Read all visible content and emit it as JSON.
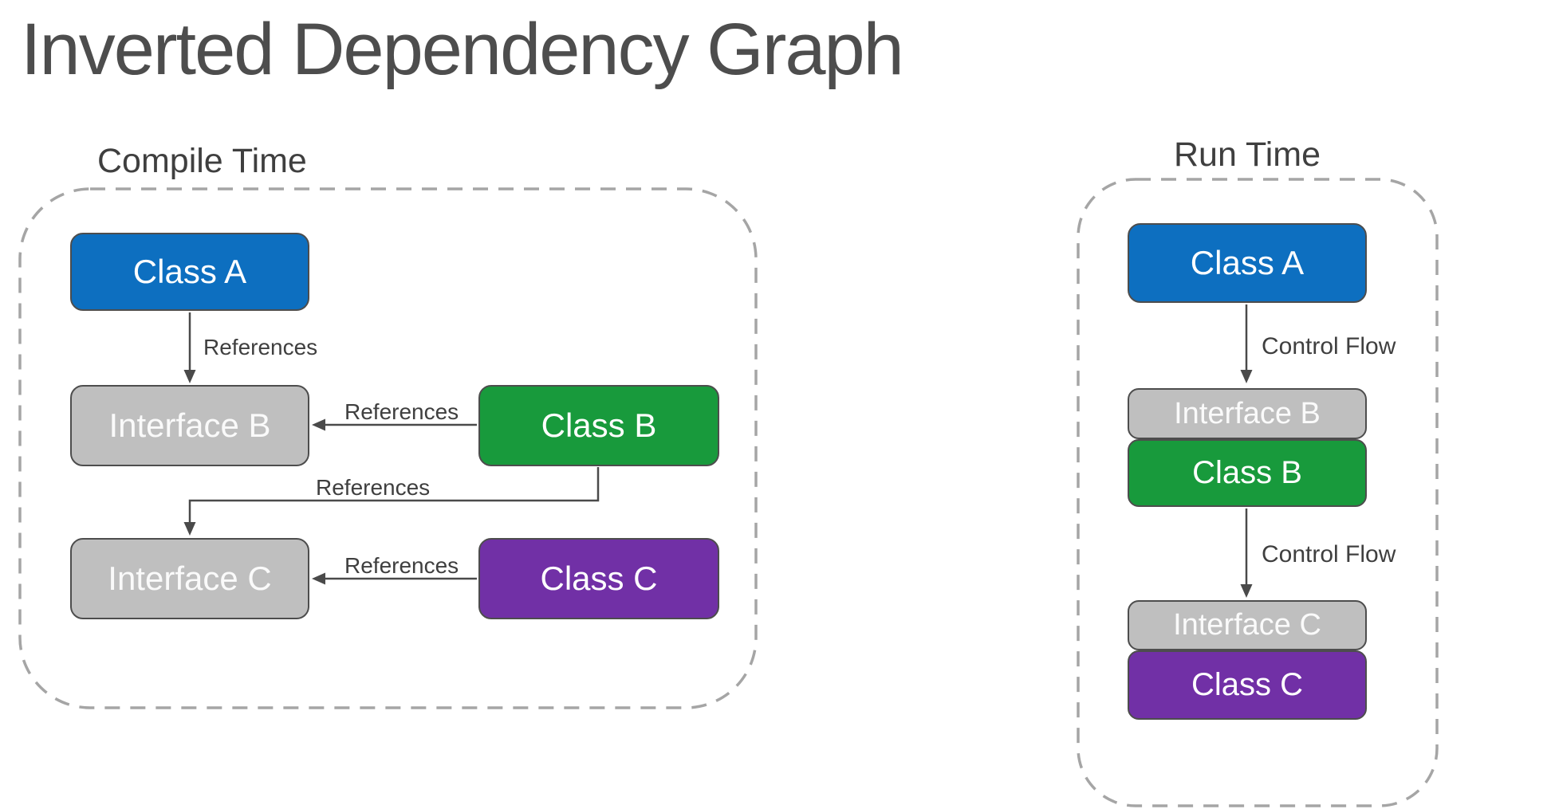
{
  "title": "Inverted Dependency Graph",
  "colors": {
    "accent_blue": "#0D6FC0",
    "accent_green": "#189A3C",
    "accent_purple": "#7130A6",
    "interface_gray": "#BFBFBF",
    "node_border": "#4D4D4D",
    "connector": "#4A4A4A",
    "dashed_border": "#A5A5A5",
    "label_text": "#3F3F3F",
    "title_text": "#4D4D4D"
  },
  "compile_time": {
    "label": "Compile Time",
    "nodes": {
      "class_a": "Class A",
      "interface_b": "Interface B",
      "class_b": "Class B",
      "interface_c": "Interface C",
      "class_c": "Class C"
    },
    "edges": {
      "a_to_interface_b": "References",
      "b_to_interface_b": "References",
      "b_to_interface_c": "References",
      "c_to_interface_c": "References"
    }
  },
  "run_time": {
    "label": "Run Time",
    "nodes": {
      "class_a": "Class A",
      "interface_b": "Interface B",
      "class_b": "Class B",
      "interface_c": "Interface C",
      "class_c": "Class C"
    },
    "edges": {
      "a_to_interface_b": "Control Flow",
      "b_to_interface_c": "Control Flow"
    }
  }
}
